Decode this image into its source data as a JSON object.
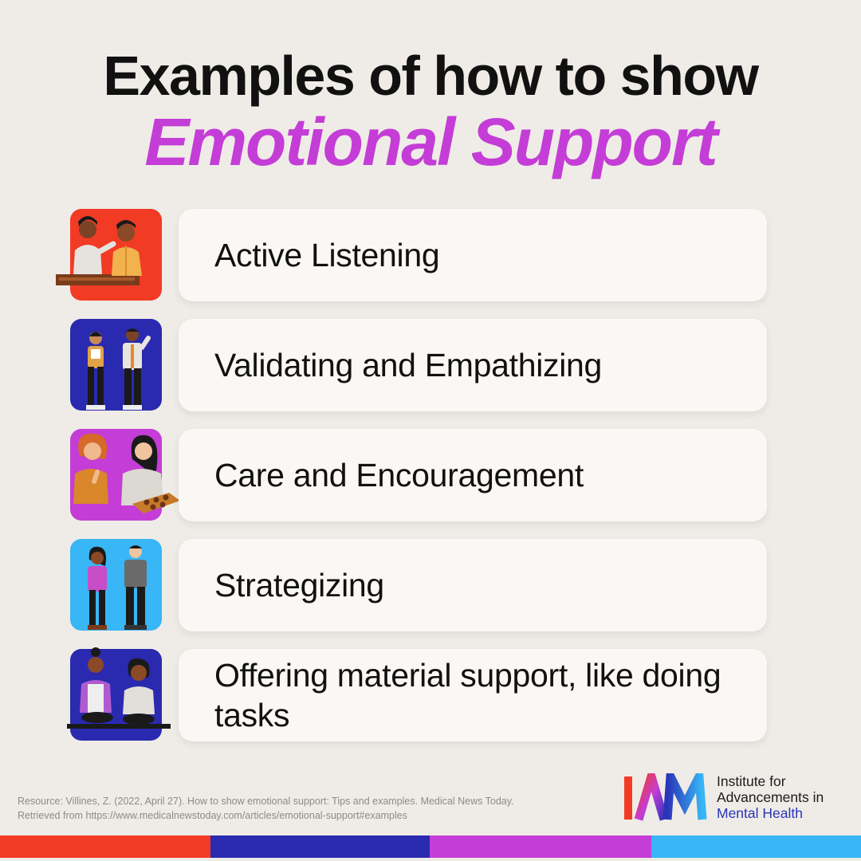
{
  "title": {
    "line1": "Examples of how to show",
    "line2": "Emotional Support"
  },
  "items": [
    {
      "label": "Active Listening",
      "tile_color": "#f23b24",
      "icon": "two-people-talking-at-table-icon"
    },
    {
      "label": "Validating and Empathizing",
      "tile_color": "#2a2ab0",
      "icon": "two-people-standing-icon"
    },
    {
      "label": "Care and Encouragement",
      "tile_color": "#c43dd6",
      "icon": "two-women-with-cookie-tray-icon"
    },
    {
      "label": "Strategizing",
      "tile_color": "#38b6f5",
      "icon": "two-people-planning-icon"
    },
    {
      "label": "Offering material support, like doing tasks",
      "tile_color": "#2a2ab0",
      "icon": "two-people-cooking-icon"
    }
  ],
  "resource": {
    "line1": "Resource: Villines, Z. (2022, April 27). How to show emotional support: Tips and examples. Medical News Today.",
    "line2": "Retrieved from https://www.medicalnewstoday.com/articles/emotional-support#examples"
  },
  "logo": {
    "line1": "Institute for",
    "line2": "Advancements in",
    "line3": "Mental Health"
  },
  "colors": {
    "background": "#efece7",
    "accent": "#c43dd6",
    "red": "#f23b24",
    "navy": "#2a2ab0",
    "purple": "#c43dd6",
    "sky": "#38b6f5"
  }
}
